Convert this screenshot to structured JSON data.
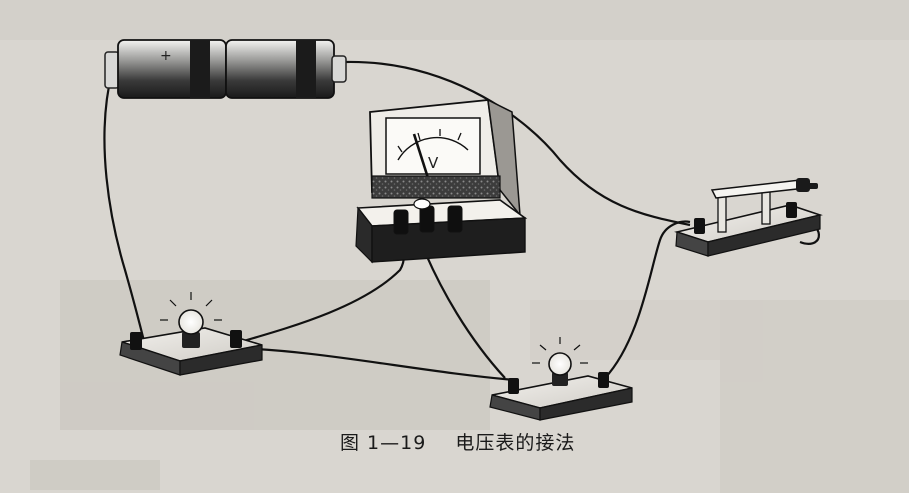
{
  "figure": {
    "number": "图 1—19",
    "caption": "电压表的接法"
  },
  "meter": {
    "unit_symbol": "V"
  },
  "components": [
    {
      "name": "battery-1",
      "type": "battery"
    },
    {
      "name": "battery-2",
      "type": "battery"
    },
    {
      "name": "voltmeter",
      "type": "meter"
    },
    {
      "name": "bulb-left",
      "type": "lamp"
    },
    {
      "name": "bulb-center",
      "type": "lamp"
    },
    {
      "name": "switch",
      "type": "knife-switch"
    }
  ],
  "colors": {
    "background": "#d9d6d0",
    "ink": "#1a1a1a",
    "wire": "#111111"
  }
}
